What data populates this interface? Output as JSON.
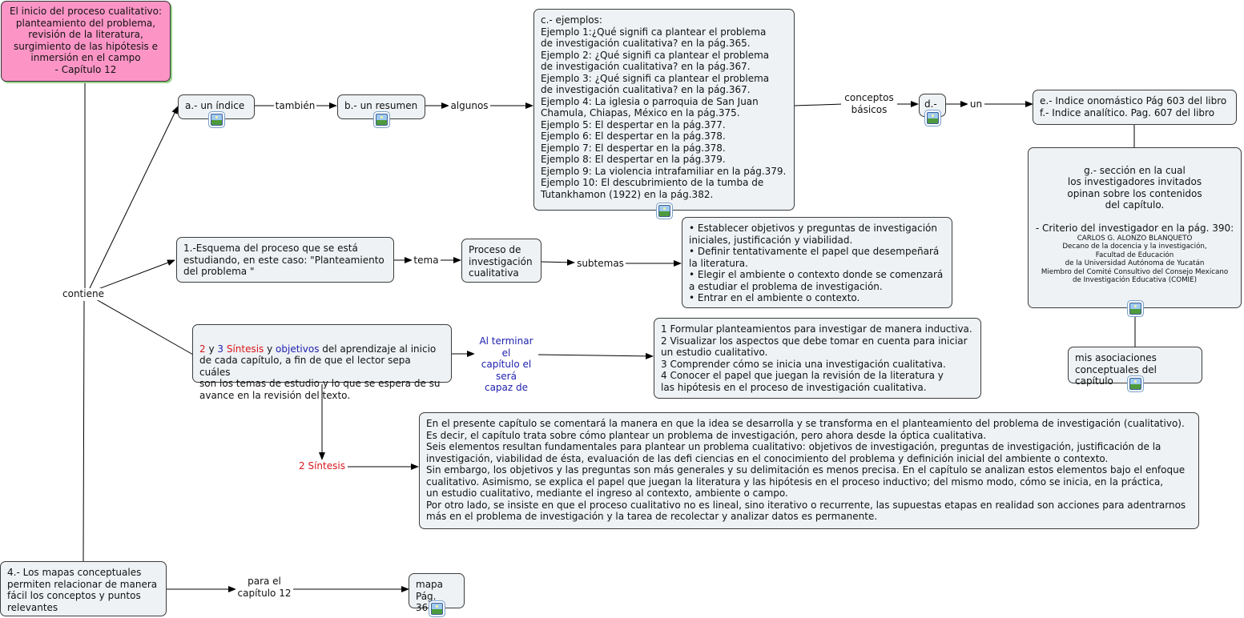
{
  "nodes": {
    "root": "El inicio del proceso cualitativo:\nplanteamiento del problema,\nrevisión de la literatura,\nsurgimiento de las hipótesis e\ninmersión en el campo\n - Capítulo 12",
    "a_indice": "a.- un índice",
    "b_resumen": "b.- un resumen",
    "c_ejemplos": "c.- ejemplos:\nEjemplo 1:¿Qué signifi ca plantear el problema\nde investigación cualitativa? en la pág.365.\nEjemplo 2: ¿Qué signifi ca plantear el problema\nde investigación cualitativa? en la pág.367.\nEjemplo 3: ¿Qué signifi ca plantear el problema\nde investigación cualitativa? en la pág.367.\nEjemplo 4: La iglesia o parroquia de San Juan\nChamula, Chiapas, México en la pág.375.\nEjemplo 5: El despertar en la pág.377.\nEjemplo 6: El despertar en la pág.378.\nEjemplo 7: El despertar en la pág.378.\nEjemplo 8: El despertar en la pág.379.\nEjemplo 9: La violencia intrafamiliar en la pág.379.\nEjemplo 10: El descubrimiento de la tumba de\nTutankhamon (1922) en la pág.382.",
    "d": "d.-",
    "ef_indices": "e.- Indice onomástico Pág 603 del libro\nf.- Indice analítico. Pag. 607 del libro",
    "g_title": "g.- sección en la cual\nlos investigadores invitados\nopinan sobre los contenidos\ndel capítulo.\n\n- Criterio del investigador en la pág. 390:",
    "g_small": "CARLOS G. ALONZO BLANQUETO\nDecano de la docencia y la investigación,\nFacultad de Educación\nde la Universidad Autónoma de Yucatán\nMiembro del Comité Consultivo del Consejo Mexicano\nde Investigación Educativa (COMIE)",
    "asociaciones": "mis asociaciones\nconceptuales del capítulo",
    "esquema": "1.-Esquema del proceso que se está\nestudiando, en este caso: \"Planteamiento\ndel problema \"",
    "proceso": "Proceso de\ninvestigación\ncualitativa",
    "subtemas_list": "• Establecer objetivos y preguntas de investigación\niniciales, justificación y viabilidad.\n• Definir tentativamente el papel que desempeñará\nla literatura.\n• Elegir el ambiente o contexto donde se comenzará\na estudiar el problema de investigación.\n• Entrar en el ambiente o contexto.",
    "sintesis_num1": "2",
    "sintesis_y1": " y ",
    "sintesis_num2": "3",
    "sintesis_word": "  Síntesis",
    "sintesis_y2": " y ",
    "sintesis_obj": "objetivos",
    "sintesis_rest": " del aprendizaje al inicio\nde cada capítulo, a fin de que el lector sepa cuáles\nson los temas de estudio y lo que se espera de su\navance en la revisión del texto.",
    "objetivos_list": "1 Formular planteamientos para investigar de manera inductiva.\n2 Visualizar los aspectos que debe tomar en cuenta para iniciar\nun estudio cualitativo.\n3 Comprender cómo se inicia una investigación cualitativa.\n4 Conocer el papel que juegan la revisión de la literatura y\nlas hipótesis en el proceso de investigación cualitativa.",
    "sintesis_text": "En el presente capítulo se comentará la manera en que la idea se desarrolla y se transforma en el planteamiento del problema de investigación (cualitativo).\nEs decir, el capítulo trata sobre cómo plantear un problema de investigación, pero ahora desde la óptica cualitativa.\nSeis elementos resultan fundamentales para plantear un problema cualitativo: objetivos de investigación, preguntas de investigación, justificación de la\ninvestigación, viabilidad de ésta, evaluación de las defi ciencias en el conocimiento del problema y definición inicial del ambiente o contexto.\nSin embargo, los objetivos y las preguntas son más generales y su delimitación es menos precisa. En el capítulo se analizan estos elementos bajo el enfoque\ncualitativo. Asimismo, se explica el papel que juegan la literatura y las hipótesis en el proceso inductivo; del mismo modo, cómo se inicia, en la práctica,\nun estudio cualitativo, mediante el ingreso al contexto, ambiente o campo.\nPor otro lado, se insiste en que el proceso cualitativo no es lineal, sino iterativo o recurrente, las supuestas etapas en realidad son acciones para adentrarnos\nmás en el problema de investigación y la tarea de recolectar y analizar datos es permanente.",
    "mapas": "4.- Los mapas conceptuales\npermiten relacionar de manera\nfácil los conceptos y puntos\nrelevantes",
    "mapa": "mapa\nPág. 363"
  },
  "labels": {
    "contiene": "contiene",
    "tambien": "también",
    "algunos": "algunos",
    "conceptos": "conceptos\nbásicos",
    "un": "un",
    "tema": "tema",
    "subtemas": "subtemas",
    "al_terminar": "Al terminar el\ncapítulo el será\ncapaz de",
    "dos_sintesis": "2 Síntesis",
    "para_el": "para el\ncapítulo 12"
  },
  "colors": {
    "root_fill": "#fc95c6",
    "node_fill": "#eef2f4",
    "red_text": "#d8151c",
    "blue_text": "#1d1fae",
    "link_color": "#000000"
  },
  "icons": [
    "image-icon"
  ]
}
